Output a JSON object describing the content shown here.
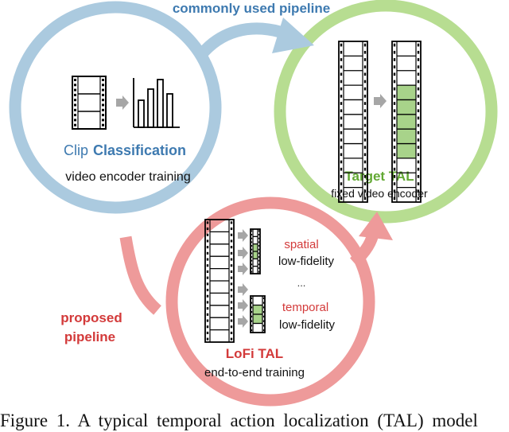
{
  "top_label": "commonly used pipeline",
  "left_circle": {
    "title_prefix": "Clip",
    "title_bold": "Classification",
    "subtitle": "video encoder training"
  },
  "right_circle": {
    "title": "Target TAL",
    "subtitle": "fixed video encoder"
  },
  "bottom_circle": {
    "spatial_word": "spatial",
    "spatial_rest": "low-fidelity",
    "ellipsis": "...",
    "temporal_word": "temporal",
    "temporal_rest": "low-fidelity",
    "title": "LoFi TAL",
    "subtitle": "end-to-end training"
  },
  "left_label": {
    "line1": "proposed",
    "line2": "pipeline"
  },
  "caption": "Figure 1.   A typical temporal action localization (TAL) model",
  "colors": {
    "blue": "#abcadf",
    "green": "#b7dd91",
    "red": "#ee9a9a",
    "blue_text": "#3e7ab0",
    "green_text": "#62a833",
    "red_text": "#d33a3a",
    "highlight": "#a8d38a",
    "gray_arrow": "#a6a6a6"
  }
}
